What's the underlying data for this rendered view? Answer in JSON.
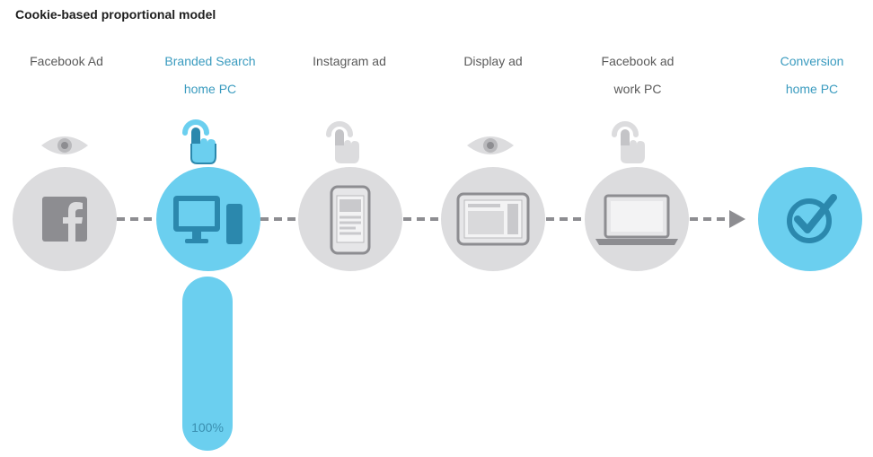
{
  "title": "Cookie-based proportional model",
  "colors": {
    "inactive_circle": "#dcdcde",
    "active_circle": "#6bcfef",
    "inactive_icon": "#8d8d91",
    "active_icon": "#2b88ad",
    "active_text": "#3a9bbf",
    "inactive_text": "#5a5a5a",
    "connector": "#8d8d91"
  },
  "touchpoints": [
    {
      "line1": "Facebook Ad",
      "line2": "",
      "icon": "facebook-icon",
      "interaction": "view",
      "interaction_icon": "eye-icon",
      "active": false
    },
    {
      "line1": "Branded Search",
      "line2": "home PC",
      "icon": "desktop-computer-icon",
      "interaction": "click",
      "interaction_icon": "hand-pointer-icon",
      "active": true
    },
    {
      "line1": "Instagram ad",
      "line2": "",
      "icon": "smartphone-icon",
      "interaction": "click",
      "interaction_icon": "hand-pointer-icon",
      "active": false
    },
    {
      "line1": "Display ad",
      "line2": "",
      "icon": "tablet-icon",
      "interaction": "view",
      "interaction_icon": "eye-icon",
      "active": false
    },
    {
      "line1": "Facebook ad",
      "line2": "work PC",
      "icon": "laptop-icon",
      "interaction": "click",
      "interaction_icon": "hand-pointer-icon",
      "active": false
    },
    {
      "line1": "Conversion",
      "line2": "home PC",
      "icon": "checkmark-icon",
      "interaction": "",
      "interaction_icon": "",
      "active": true
    }
  ],
  "chart_data": {
    "type": "bar",
    "title": "Cookie-based proportional model",
    "categories": [
      "Facebook Ad",
      "Branded Search home PC",
      "Instagram ad",
      "Display ad",
      "Facebook ad work PC"
    ],
    "values": [
      0,
      100,
      0,
      0,
      0
    ],
    "value_labels": [
      "",
      "100%",
      "",
      "",
      ""
    ],
    "unit": "%",
    "ylim": [
      0,
      100
    ]
  }
}
